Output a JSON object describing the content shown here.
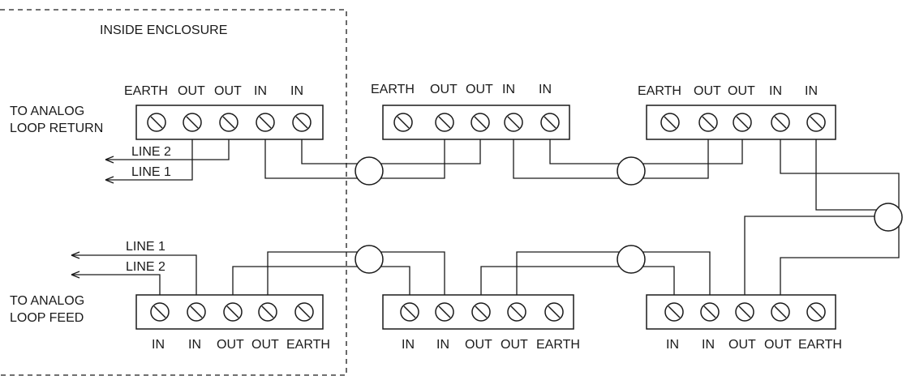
{
  "enclosure_label": "INSIDE  ENCLOSURE",
  "return_label": [
    "TO  ANALOG",
    "LOOP  RETURN"
  ],
  "feed_label": [
    "TO  ANALOG",
    "LOOP  FEED"
  ],
  "top_terminals": [
    "EARTH",
    "OUT",
    "OUT",
    "IN",
    "IN"
  ],
  "bottom_terminals": [
    "IN",
    "IN",
    "OUT",
    "OUT",
    "EARTH"
  ],
  "return_lines": [
    "LINE  2",
    "LINE  1"
  ],
  "feed_lines": [
    "LINE  1",
    "LINE  2"
  ]
}
